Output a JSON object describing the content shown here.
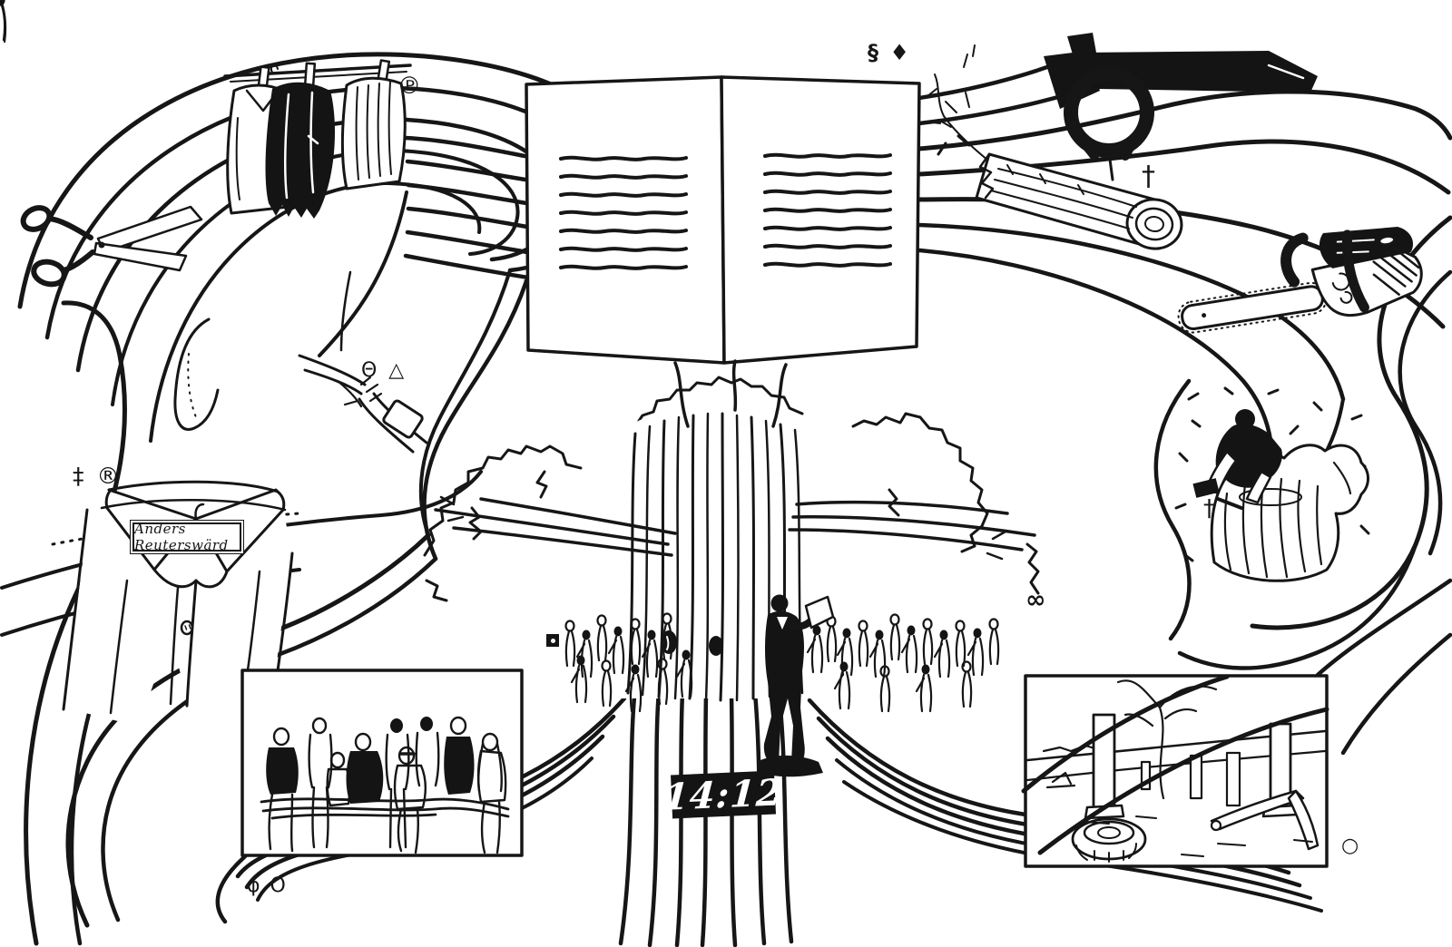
{
  "canvas": {
    "background": "#ffffff",
    "ink": "#161616"
  },
  "texts": {
    "shirt_label": "Anders Reuterswärd",
    "clock_time": "14:12"
  },
  "symbols": {
    "clothesline_mark": "℗",
    "book_mark": "§ ♦",
    "log_mark": "†",
    "mending_mark": "Θ △",
    "shirt_mark": "‡ ®",
    "canopy_mark": "∞",
    "carving_mark": "†",
    "photo_left_mark": "φ Ο",
    "photo_right_mark": "○"
  },
  "icons": {
    "crowd_marker": "square-dot",
    "scenes": [
      "scissors",
      "clothesline-garments",
      "open-book",
      "log-grabber",
      "log",
      "chainsaw",
      "wood-carver",
      "oak-tree",
      "crowd",
      "reader-figure",
      "mending-hands",
      "collared-shirt",
      "group-photo-frame",
      "flooded-ruins-frame",
      "digital-clock"
    ]
  }
}
